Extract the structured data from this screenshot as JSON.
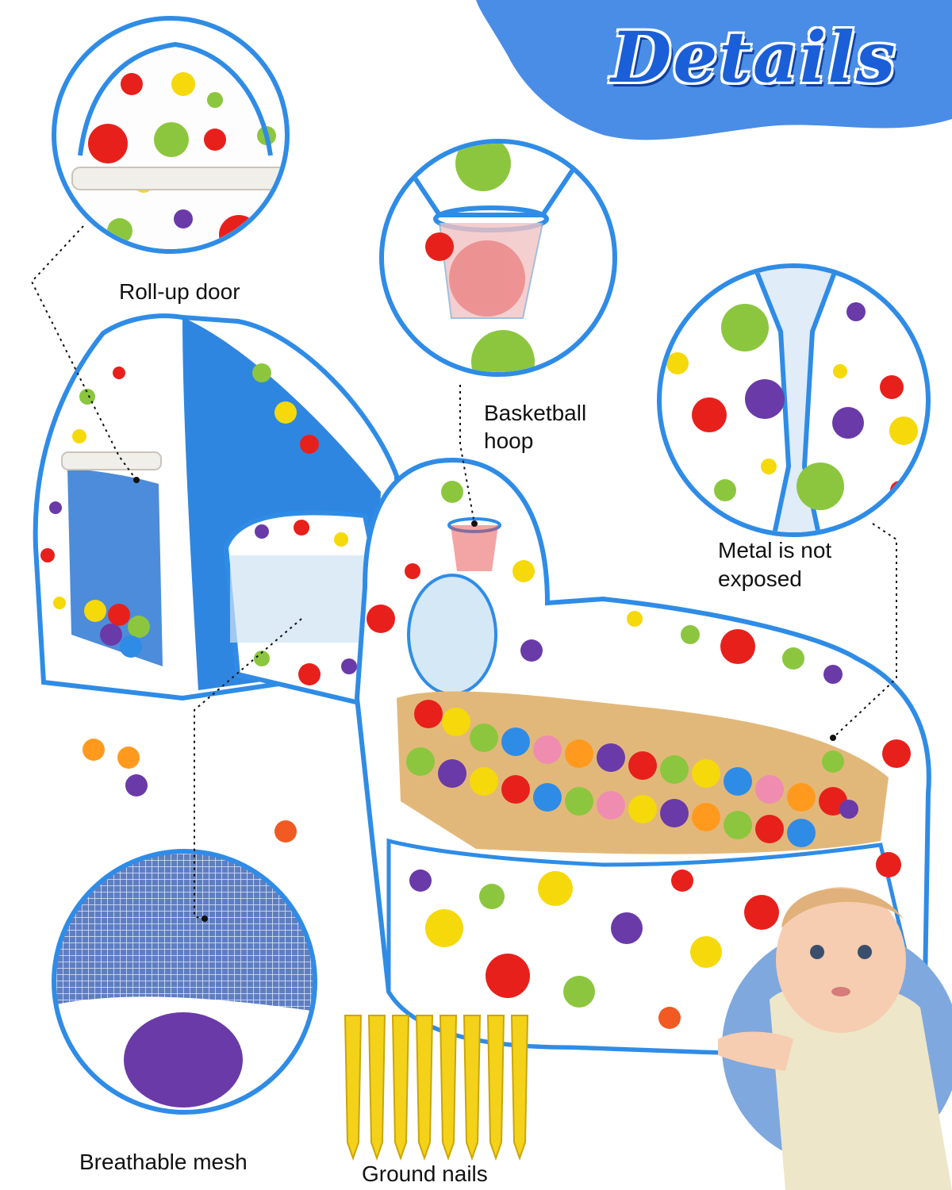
{
  "title": "Details",
  "labels": {
    "roll_up_door": "Roll-up door",
    "basketball_hoop_line1": "Basketball",
    "basketball_hoop_line2": "hoop",
    "metal_line1": "Metal is not",
    "metal_line2": "exposed",
    "breathable_mesh": "Breathable mesh",
    "ground_nails": "Ground nails"
  },
  "colors": {
    "accent_blue": "#2f8ce6",
    "title_blue": "#1a5fd8",
    "dot_red": "#e8201c",
    "dot_yellow": "#f5d90a",
    "dot_green": "#8cc63e",
    "dot_purple": "#6a3aa8",
    "nail_yellow": "#f4d21a"
  }
}
